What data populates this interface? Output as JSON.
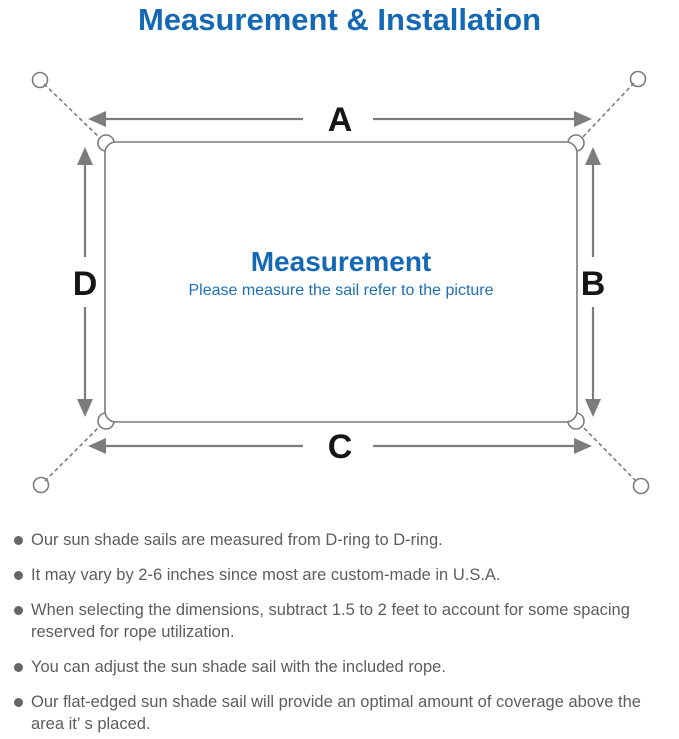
{
  "title": "Measurement & Installation",
  "diagram": {
    "side_labels": {
      "top": "A",
      "right": "B",
      "bottom": "C",
      "left": "D"
    },
    "center_heading": "Measurement",
    "center_subheading": "Please measure the sail refer to the picture",
    "colors": {
      "accent_blue": "#1569b4",
      "line_gray": "#7c7c7c",
      "label_black": "#161616",
      "note_gray": "#5d5d5d"
    }
  },
  "notes": [
    "Our sun shade sails are measured from D-ring to D-ring.",
    "It may vary by 2-6 inches since most are custom-made in U.S.A.",
    "When selecting the dimensions, subtract 1.5 to 2 feet to account for some spacing reserved for rope utilization.",
    "You can adjust the sun shade sail with the included rope.",
    "Our flat-edged sun shade sail will provide an optimal amount of coverage above the area it’ s placed."
  ]
}
